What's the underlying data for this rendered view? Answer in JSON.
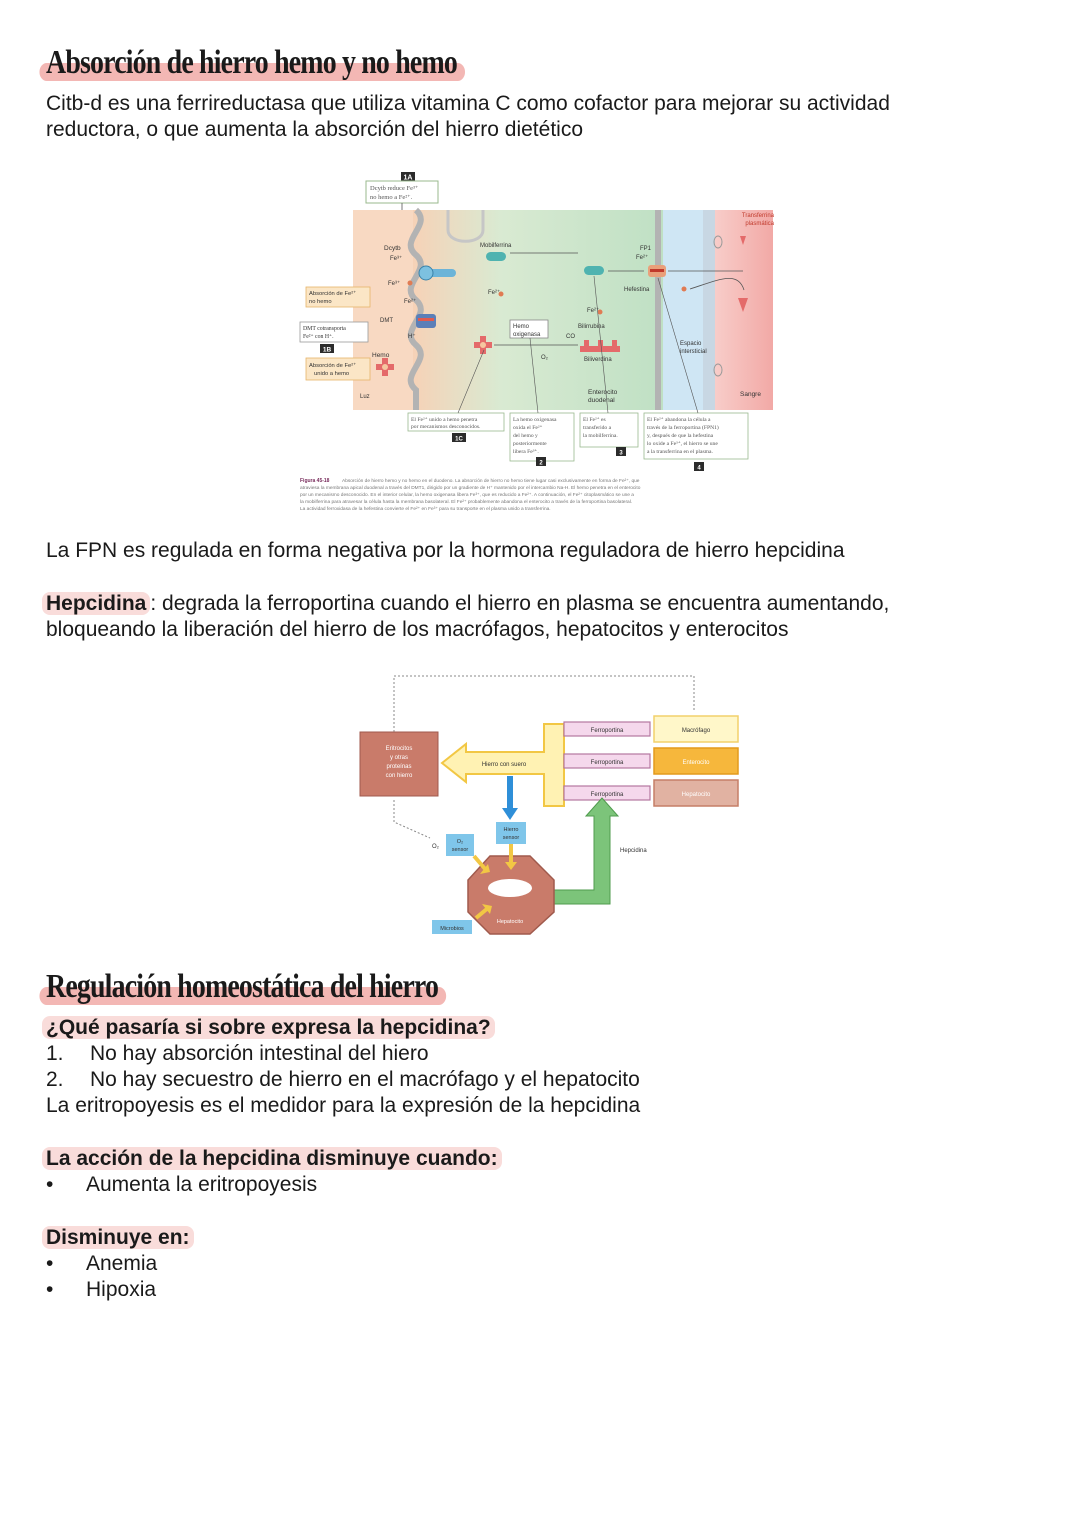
{
  "section1": {
    "heading": "Absorción de hierro hemo y no hemo",
    "paragraph_line1": "Citb-d es una ferrireductasa que utiliza vitamina C como cofactor para mejorar su actividad",
    "paragraph_line2": "reductora, o que aumenta la absorción del hierro dietético"
  },
  "figure1": {
    "box_1a_tag": "1A",
    "box_1a_line1": "Dcytb reduce Fe³⁺",
    "box_1a_line2": "no hemo a Fe²⁺.",
    "transferrina": "Transferrina",
    "plasmatica": "plasmática",
    "dcytb": "Dcytb",
    "fe3_top": "Fe³⁺",
    "fe3_mid": "Fe³⁺",
    "fe2_a": "Fe²⁺",
    "fe2_b": "Fe²⁺",
    "fe2_c": "Fe²⁺",
    "fe2_d": "Fe²⁺",
    "fe2_e": "Fe²⁺",
    "mobilferrina": "Mobilferrina",
    "fp1": "FP1",
    "hefestina": "Hefestina",
    "absorcion_fe2_line1": "Absorción de Fe²⁺",
    "absorcion_fe2_line2": "no hemo",
    "dmt": "DMT",
    "h_plus": "H⁺",
    "dmt_cot_line1": "DMT cotransporta",
    "dmt_cot_line2": "Fe²⁺ con H⁺.",
    "tag_1b": "1B",
    "hemo": "Hemo",
    "absorcion_hemo_line1": "Absorción de Fe²⁺",
    "absorcion_hemo_line2": "unido a hemo",
    "hemo_oxig_line1": "Hemo",
    "hemo_oxig_line2": "oxigenasa",
    "co": "CO",
    "o2": "O₂",
    "bilirrubina": "Bilirrubina",
    "biliverdina": "Biliverdina",
    "espacio_line1": "Espacio",
    "espacio_line2": "intersticial",
    "luz": "Luz",
    "enterocito_line1": "Enterocito",
    "enterocito_line2": "duodenal",
    "sangre": "Sangre",
    "cap1_line1": "El Fe²⁺ unido a hemo penetra",
    "cap1_line2": "por mecanismos desconocidos.",
    "cap1_tag": "1C",
    "cap2_line1": "La hemo oxigenasa",
    "cap2_line2": "oxida el Fe²⁺",
    "cap2_line3": "del hemo y",
    "cap2_line4": "posteriormente",
    "cap2_line5": "libera Fe³⁺.",
    "cap2_tag": "2",
    "cap3_line1": "El Fe²⁺ es",
    "cap3_line2": "transferido a",
    "cap3_line3": "la mobilferrina.",
    "cap3_tag": "3",
    "cap4_line1": "El Fe²⁺ abandona la célula a",
    "cap4_line2": "través de la ferroportina (FPN1)",
    "cap4_line3": "y, después de que la hefestina",
    "cap4_line4": "lo oxide a Fe³⁺, el hierro se une",
    "cap4_line5": "a la transferrina en el plasma.",
    "cap4_tag": "4",
    "caption_label": "Figura 45-18",
    "caption_line1": "Absorción de hierro hemo y no hemo en el duodeno. La absorción de hierro no hemo tiene lugar casi exclusivamente en forma de Fe²⁺, que",
    "caption_line2": "atraviesa la membrana apical duodenal a través del DMT1, dirigido por un gradiente de H⁺ mantenido por el intercambio Na-H. El hemo penetra en el enterocito",
    "caption_line3": "por un mecanismo desconocido. En el interior celular, la hemo oxigenasa libera Fe³⁺, que es reducido a Fe²⁺. A continuación, el Fe²⁺ citoplasmático se une a",
    "caption_line4": "la mobilferrina para atravesar la célula hasta la membrana basolateral. El Fe²⁺ probablemente abandona el enterocito a través de la ferroportina basolateral.",
    "caption_line5": "La actividad ferroxidasa de la hefestina convierte el Fe²⁺ en Fe³⁺ para su transporte en el plasma unido a transferrina."
  },
  "para_fpn": "La FPN es regulada en forma negativa por la hormona reguladora de hierro hepcidina",
  "hepcidina": {
    "term": "Hepcidina",
    "line1_rest": ": degrada la ferroportina cuando el hierro en plasma se encuentra aumentando,",
    "line2": "bloqueando la liberación del hierro de los macrófagos, hepatocitos y enterocitos"
  },
  "figure2": {
    "eritrocitos_l1": "Eritrocitos",
    "eritrocitos_l2": "y otras",
    "eritrocitos_l3": "proteínas",
    "eritrocitos_l4": "con hierro",
    "hierro_suero": "Hierro con suero",
    "ferroportina_1": "Ferroportina",
    "ferroportina_2": "Ferroportina",
    "ferroportina_3": "Ferroportina",
    "macrofago": "Macrófago",
    "enterocito": "Enterocito",
    "hepatocito_box": "Hepatocito",
    "o2_l": "O₂",
    "o2_sensor_l1": "O₂",
    "o2_sensor_l2": "sensor",
    "hierro_sensor_l1": "Hierro",
    "hierro_sensor_l2": "sensor",
    "hepcidina": "Hepcidina",
    "hepatocito_oct": "Hepatocito",
    "microbios": "Microbios"
  },
  "section2": {
    "heading": "Regulación homeostática del hierro",
    "question": "¿Qué pasaría si sobre expresa la hepcidina?",
    "item1_num": "1.",
    "item1": "No hay absorción intestinal del hiero",
    "item2_num": "2.",
    "item2": "No hay secuestro de hierro en el macrófago y el hepatocito",
    "line_eritro": "La eritropoyesis es el medidor para la expresión de la hepcidina",
    "accion_heading": "La acción de la hepcidina disminuye cuando:",
    "accion_bullet": "•",
    "accion_item": "Aumenta la eritropoyesis",
    "disminuye_heading": "Disminuye en:",
    "dis_bullet1": "•",
    "dis_item1": "Anemia",
    "dis_bullet2": "•",
    "dis_item2": "Hipoxia"
  }
}
